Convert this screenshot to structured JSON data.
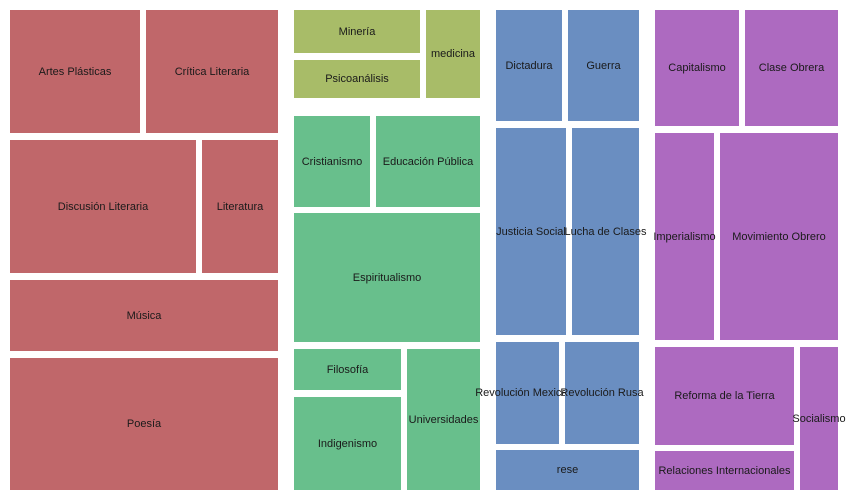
{
  "chart_data": {
    "type": "treemap",
    "groups": [
      {
        "color": "#c0676a",
        "items": [
          {
            "label": "Artes Plásticas",
            "value": 3
          },
          {
            "label": "Crítica Literaria",
            "value": 3
          },
          {
            "label": "Discusión Literaria",
            "value": 3.5
          },
          {
            "label": "Literatura",
            "value": 1.3
          },
          {
            "label": "Música",
            "value": 3
          },
          {
            "label": "Poesía",
            "value": 5
          }
        ]
      },
      {
        "color": "#a8bc68",
        "items": [
          {
            "label": "Minería",
            "value": 1
          },
          {
            "label": "Psicoanálisis",
            "value": 1
          },
          {
            "label": "medicina",
            "value": 1
          }
        ]
      },
      {
        "color": "#68bf8c",
        "items": [
          {
            "label": "Cristianismo",
            "value": 1.2
          },
          {
            "label": "Educación Pública",
            "value": 1.7
          },
          {
            "label": "Espiritualismo",
            "value": 4
          },
          {
            "label": "Filosofía",
            "value": 1
          },
          {
            "label": "Indigenismo",
            "value": 2.5
          },
          {
            "label": "Universidades",
            "value": 2.5
          }
        ]
      },
      {
        "color": "#6a8ec1",
        "items": [
          {
            "label": "Dictadura",
            "value": 2
          },
          {
            "label": "Guerra",
            "value": 2
          },
          {
            "label": "Justicia Social",
            "value": 3.5
          },
          {
            "label": "Lucha de Clases",
            "value": 3.5
          },
          {
            "label": "Revolución Mexicana",
            "value": 2
          },
          {
            "label": "Revolución Rusa",
            "value": 2
          },
          {
            "label": "rese",
            "value": 1
          }
        ]
      },
      {
        "color": "#ad6ac0",
        "items": [
          {
            "label": "Capitalismo",
            "value": 2
          },
          {
            "label": "Clase Obrera",
            "value": 2
          },
          {
            "label": "Imperialismo",
            "value": 1.5
          },
          {
            "label": "Movimiento Obrero",
            "value": 3.5
          },
          {
            "label": "Reforma de la Tierra",
            "value": 3
          },
          {
            "label": "Relaciones Internacionales",
            "value": 1.2
          },
          {
            "label": "Socialismo",
            "value": 1.5
          }
        ]
      }
    ]
  }
}
